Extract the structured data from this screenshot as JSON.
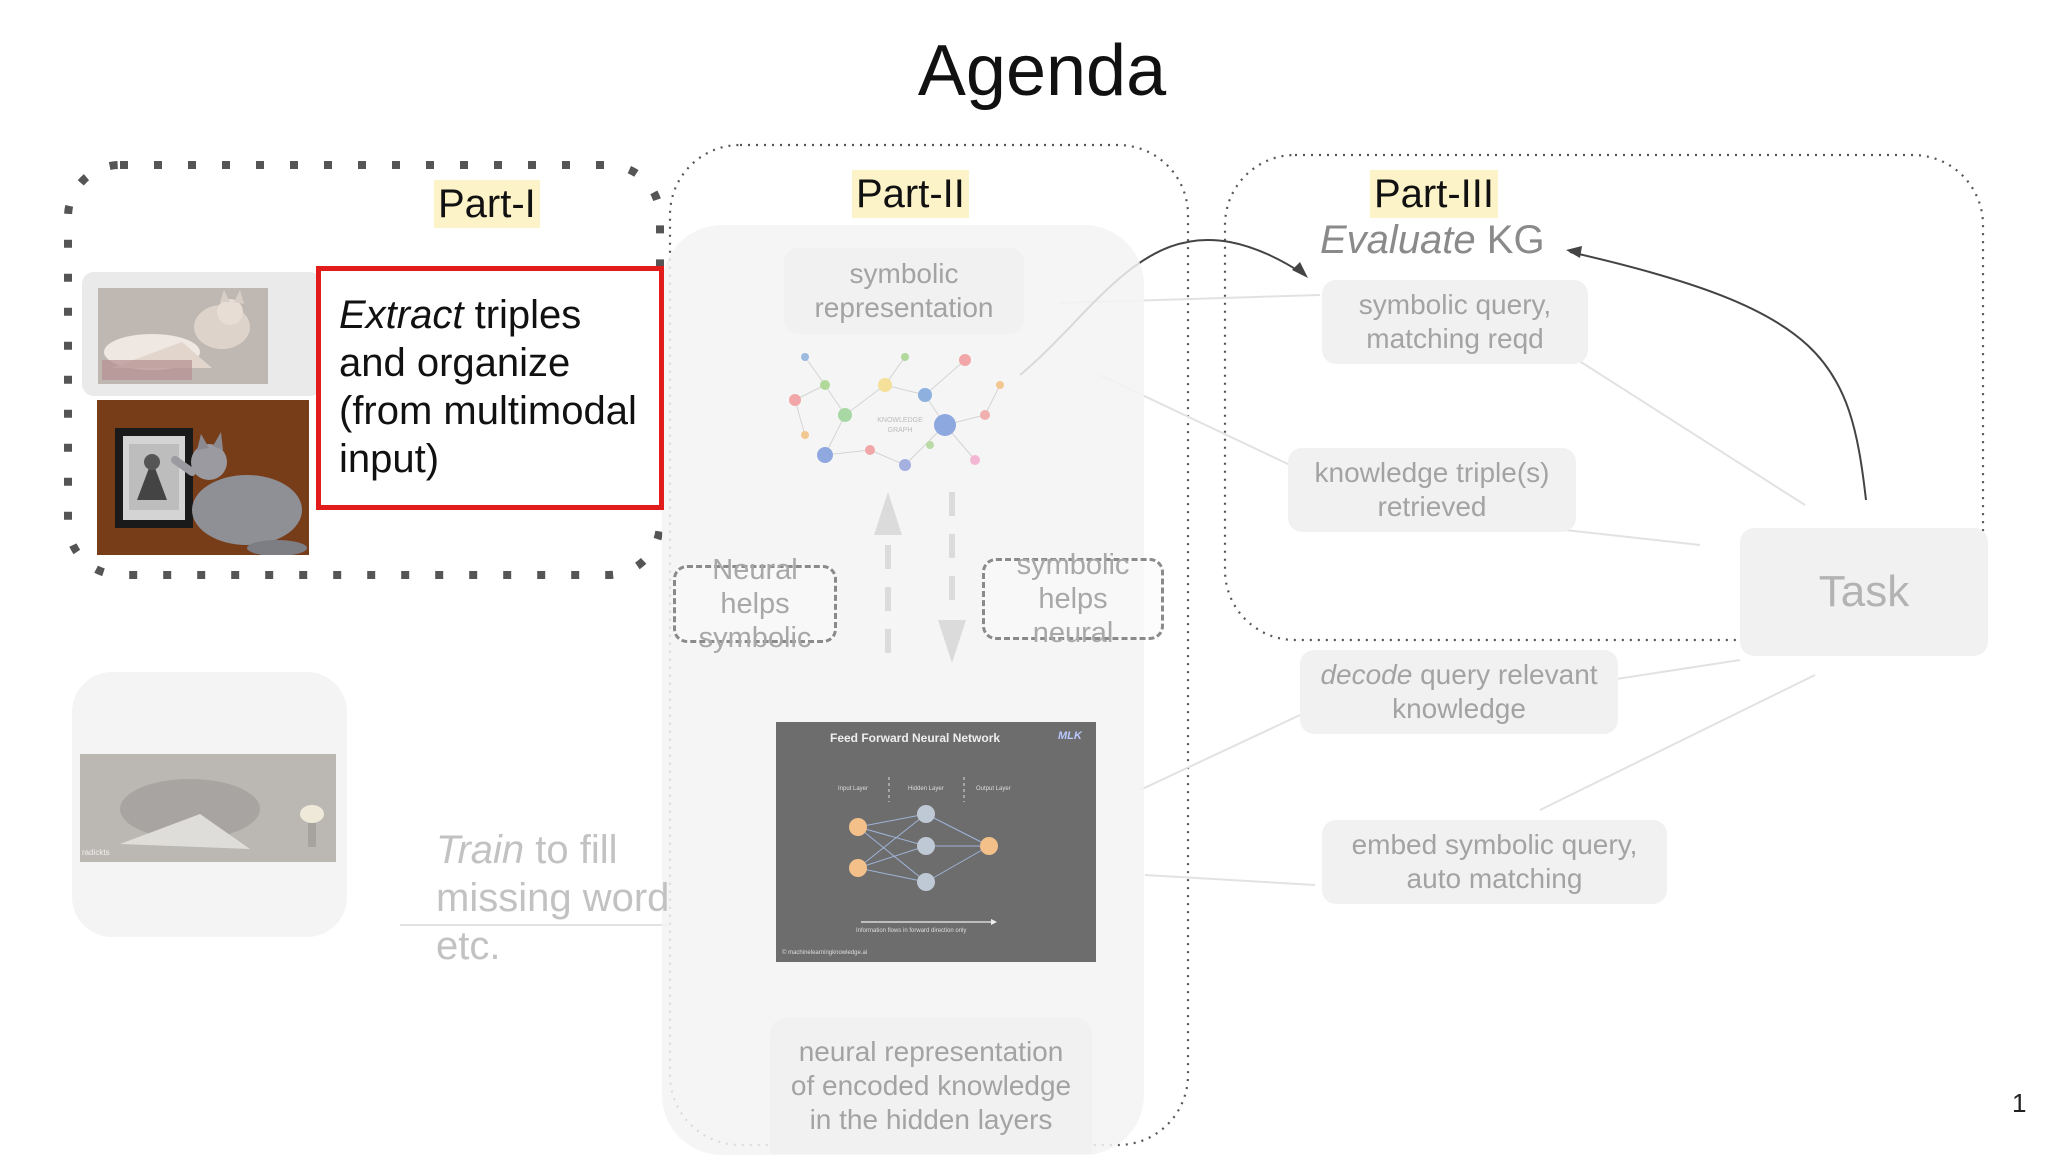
{
  "slide": {
    "title": "Agenda",
    "page_number": "1"
  },
  "part1": {
    "label": "Part-I",
    "extract_emphasis": "Extract",
    "extract_rest": " triples and organize (from multimodal input)",
    "train_emphasis": "Train",
    "train_rest": " to fill missing word etc."
  },
  "part2": {
    "label": "Part-II",
    "symbolic_representation": "symbolic representation",
    "kg_caption_line1": "KNOWLEDGE",
    "kg_caption_line2": "GRAPH",
    "neural_helps_symbolic": "Neural helps symbolic",
    "symbolic_helps_neural": "symbolic helps neural",
    "nn_title": "Feed Forward Neural Network",
    "nn_logo": "MLK",
    "nn_input_layer": "Input Layer",
    "nn_hidden_layer": "Hidden Layer",
    "nn_output_layer": "Output Layer",
    "nn_flow_caption": "Information flows in forward direction only",
    "nn_credit": "© machinelearningknowledge.ai",
    "neural_representation": "neural representation of encoded knowledge in the hidden layers"
  },
  "part3": {
    "label": "Part-III",
    "subtitle_emphasis": "Evaluate",
    "subtitle_rest": " KG",
    "symbolic_query": "symbolic query, matching reqd",
    "knowledge_triples": "knowledge triple(s) retrieved",
    "decode_emphasis": "decode",
    "decode_rest": " query relevant  knowledge",
    "embed_query": "embed symbolic query, auto matching",
    "task": "Task"
  },
  "photo_credit": "radickts",
  "colors": {
    "highlight": "#fdf3c8",
    "extract_border": "#e21b1b",
    "grey_box": "#f1f1f1"
  }
}
